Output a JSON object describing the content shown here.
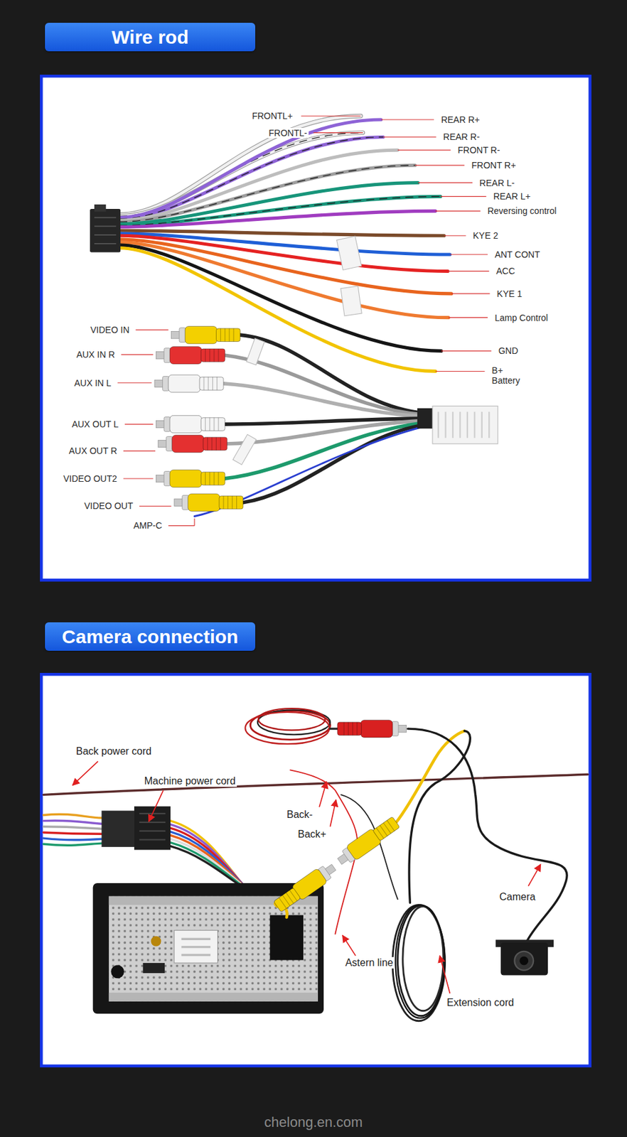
{
  "diagram": {
    "nodes": [
      {
        "text": [
          "Wire rod"
        ]
      },
      {
        "text": [
          "Camera connection"
        ]
      }
    ],
    "labels": [
      "FRONTL+",
      "FRONTL-",
      "REAR R+",
      "REAR R-",
      "FRONT R-",
      "FRONT R+",
      "REAR L-",
      "REAR L+",
      "Reversing control",
      "KYE 2",
      "ANT CONT",
      "ACC",
      "KYE 1",
      "Lamp Control",
      "GND",
      "B+ Battery",
      "VIDEO IN",
      "AUX IN R",
      "AUX IN L",
      "AUX OUT L",
      "AUX OUT R",
      "VIDEO OUT2",
      "VIDEO OUT",
      "AMP-C",
      "Back power cord",
      "Machine power cord",
      "Back-",
      "Back+",
      "Camera",
      "Astern line",
      "Extension cord",
      "chelong.en.com"
    ]
  }
}
